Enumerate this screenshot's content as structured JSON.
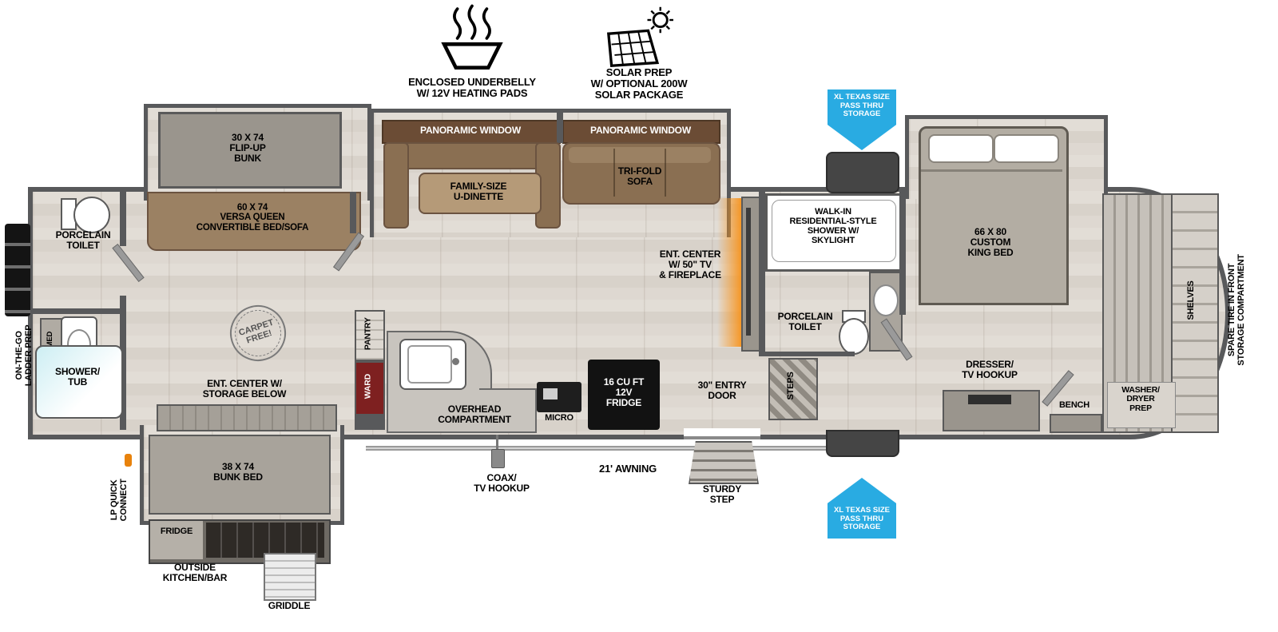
{
  "header": {
    "underbelly": "ENCLOSED UNDERBELLY\nW/ 12V HEATING PADS",
    "solar": "SOLAR PREP\nW/ OPTIONAL 200W\nSOLAR PACKAGE"
  },
  "arrows": {
    "pass_thru": "XL TEXAS SIZE\nPASS THRU\nSTORAGE"
  },
  "labels": {
    "flip_up_bunk": "30 X 74\nFLIP-UP\nBUNK",
    "versa_queen": "60 X 74\nVERSA QUEEN\nCONVERTIBLE BED/SOFA",
    "panoramic_window": "PANORAMIC WINDOW",
    "u_dinette": "FAMILY-SIZE\nU-DINETTE",
    "tri_fold_sofa": "TRI-FOLD\nSOFA",
    "king_bed": "66 X 80\nCUSTOM\nKING BED",
    "shelves": "SHELVES",
    "spare_tire": "SPARE TIRE IN FRONT\nSTORAGE COMPARTMENT",
    "washer_dryer": "WASHER/\nDRYER\nPREP",
    "bench": "BENCH",
    "dresser": "DRESSER/\nTV HOOKUP",
    "walk_in_shower": "WALK-IN\nRESIDENTIAL-STYLE\nSHOWER W/\nSKYLIGHT",
    "porcelain_toilet": "PORCELAIN\nTOILET",
    "steps": "STEPS",
    "ent_center_fireplace": "ENT. CENTER\nW/ 50\" TV\n& FIREPLACE",
    "entry_door": "30\" ENTRY\nDOOR",
    "sturdy_step": "STURDY\nSTEP",
    "fridge_12v": "16 CU FT\n12V\nFRIDGE",
    "micro": "MICRO",
    "overhead": "OVERHEAD\nCOMPARTMENT",
    "coax": "COAX/\nTV HOOKUP",
    "awning": "21' AWNING",
    "pantry": "PANTRY",
    "ward": "WARD",
    "carpet_free": "CARPET\nFREE!",
    "ent_center_storage": "ENT. CENTER W/\nSTORAGE BELOW",
    "med": "MED",
    "ladder_prep": "ON-THE-GO\nLADDER PREP",
    "shower_tub": "SHOWER/\nTUB",
    "lp_quick": "LP QUICK\nCONNECT",
    "bunk_bed": "38 X 74\nBUNK BED",
    "fridge_outside": "FRIDGE",
    "outside_kitchen": "OUTSIDE\nKITCHEN/BAR",
    "griddle": "GRIDDLE"
  },
  "colors": {
    "arrow_blue": "#29ABE2",
    "wall_gray": "#58595B",
    "furniture_brown": "#8A6F52",
    "fireplace_orange": "#F7941E",
    "ward_red": "#7E2020",
    "appliance_black": "#121212",
    "floor_wood": "#DCD6CE"
  }
}
